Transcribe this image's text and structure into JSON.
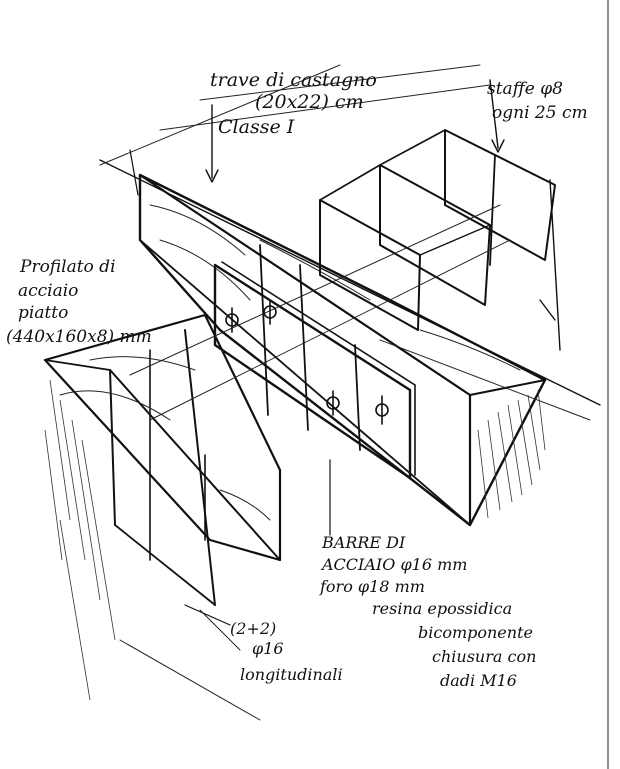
{
  "labels": {
    "beam": [
      "trave di castagno",
      "(20x22) cm",
      "Classe I"
    ],
    "stirrups": [
      "staffe φ8",
      "ogni 25 cm"
    ],
    "steel_plate": [
      "Profilato di",
      "acciaio",
      "piatto",
      "(440x160x8) mm"
    ],
    "rebars": [
      "BARRE DI",
      "ACCIAIO φ16 mm",
      "foro φ18 mm",
      "resina epossidica",
      "bicomponente",
      "chiusura con",
      "dadi M16"
    ],
    "longitudinal": [
      "(2+2)",
      "φ16",
      "longitudinali"
    ]
  },
  "colors": {
    "ink": "#111111",
    "paper": "#ffffff"
  }
}
